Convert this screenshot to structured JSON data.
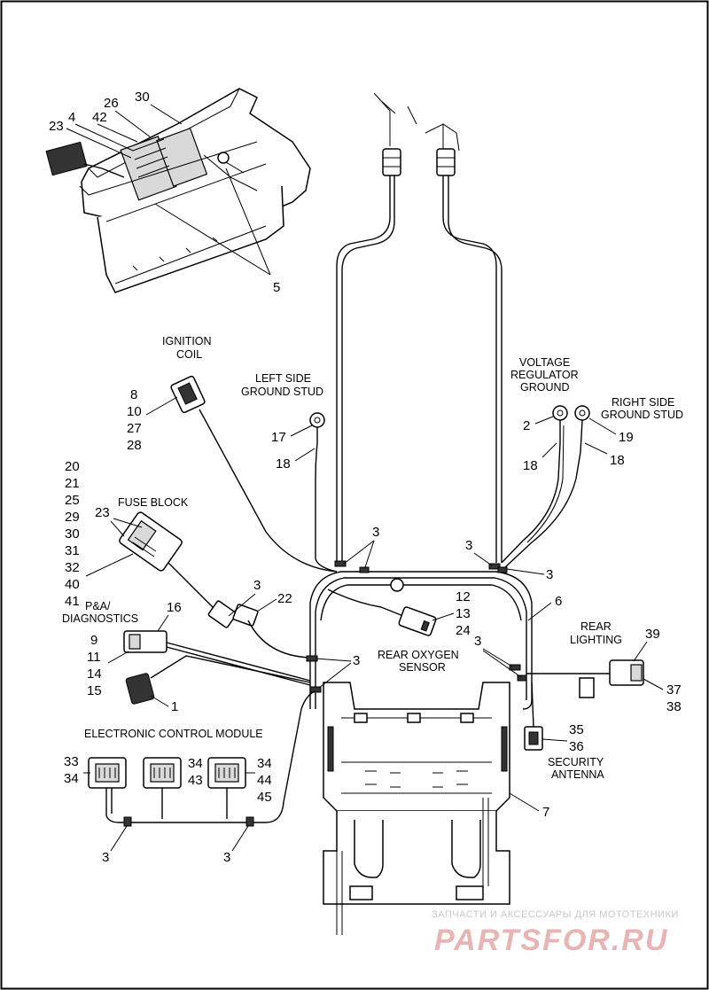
{
  "labels": {
    "ignition_coil": [
      "IGNITION",
      "COIL"
    ],
    "left_side_ground_stud": [
      "LEFT SIDE",
      "GROUND STUD"
    ],
    "voltage_regulator_ground": [
      "VOLTAGE",
      "REGULATOR",
      "GROUND"
    ],
    "right_side_ground_stud": [
      "RIGHT SIDE",
      "GROUND STUD"
    ],
    "fuse_block": "FUSE BLOCK",
    "pa_diagnostics": [
      "P&A/",
      "DIAGNOSTICS"
    ],
    "rear_oxygen_sensor": [
      "REAR OXYGEN",
      "SENSOR"
    ],
    "rear_lighting": [
      "REAR",
      "LIGHTING"
    ],
    "electronic_control_module": "ELECTRONIC CONTROL MODULE",
    "security_antenna": [
      "SECURITY",
      "ANTENNA"
    ]
  },
  "callouts": {
    "inset_30": "30",
    "inset_26": "26",
    "inset_4": "4",
    "inset_42": "42",
    "inset_23": "23",
    "inset_5": "5",
    "coil_group": [
      "8",
      "10",
      "27",
      "28"
    ],
    "left_17": "17",
    "left_18": "18",
    "vr_2": "2",
    "vr_18": "18",
    "right_19": "19",
    "right_18": "18",
    "fuse_group": [
      "20",
      "21",
      "25",
      "29",
      "30",
      "31",
      "32",
      "40",
      "41"
    ],
    "fuse_23": "23",
    "clip_3_top_left": "3",
    "clip_3_top_right_a": "3",
    "clip_3_top_right_b": "3",
    "clip_3_mid": "3",
    "clip_22": "22",
    "clip_3_left_mid": "3",
    "clip_3_right_mid": "3",
    "ox_group": [
      "12",
      "13",
      "24"
    ],
    "harness_6": "6",
    "pa_16": "16",
    "pa_group": [
      "9",
      "11",
      "14",
      "15"
    ],
    "diag_1": "1",
    "rear_39": "39",
    "rear_group": [
      "37",
      "38"
    ],
    "sec_group": [
      "35",
      "36"
    ],
    "frame_7": "7",
    "ecm_a": [
      "33",
      "34"
    ],
    "ecm_b": [
      "34",
      "43"
    ],
    "ecm_c": [
      "34",
      "44",
      "45"
    ],
    "clip_3_ecm_a": "3",
    "clip_3_ecm_b": "3"
  },
  "watermark": {
    "top": "ЗАПЧАСТИ И АКСЕССУАРЫ ДЛЯ МОТОТЕХНИКИ",
    "brand": "PARTSFOR.RU"
  }
}
